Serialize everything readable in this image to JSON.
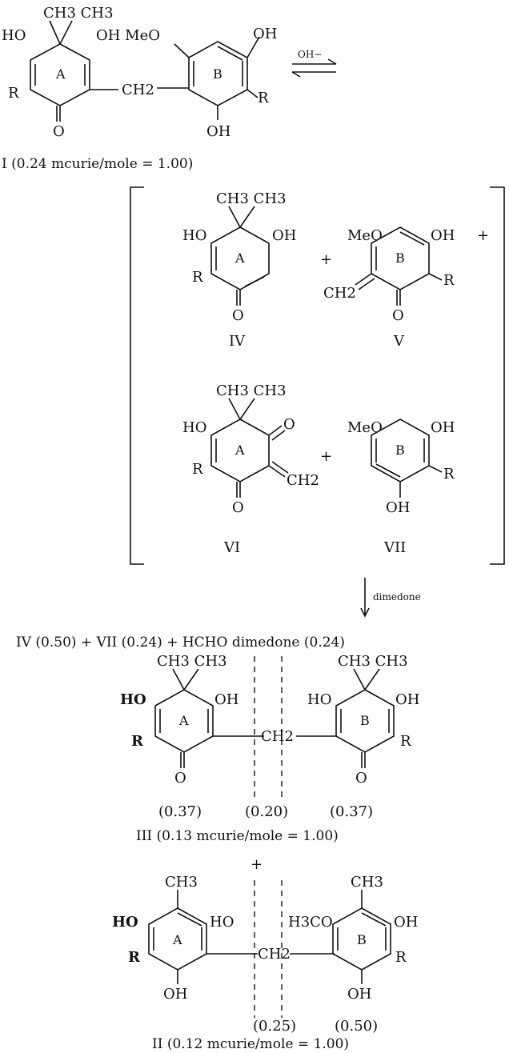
{
  "scheme": {
    "structure_I": {
      "ch3_pair": "CH3 CH3",
      "ho": "HO",
      "oh_meo": "OH MeO",
      "oh_top_right": "OH",
      "ring_a": "A",
      "ring_b": "B",
      "r_left": "R",
      "r_right": "R",
      "ch2": "CH2",
      "o": "O",
      "oh_bottom": "OH"
    },
    "arrow_label": "OH−",
    "caption_I": "I (0.24 mcurie/mole = 1.00)",
    "intermediates": {
      "IV": {
        "label": "IV",
        "ch3_pair": "CH3 CH3",
        "ho": "HO",
        "oh": "OH",
        "r": "R",
        "o": "O",
        "ring": "A"
      },
      "V": {
        "label": "V",
        "meo": "MeO",
        "oh": "OH",
        "ch2": "CH2",
        "o": "O",
        "r": "R",
        "ring": "B"
      },
      "VI": {
        "label": "VI",
        "ch3_pair": "CH3 CH3",
        "ho": "HO",
        "o_top": "O",
        "r": "R",
        "o_bottom": "O",
        "ch2": "CH2",
        "ring": "A"
      },
      "VII": {
        "label": "VII",
        "meo": "MeO",
        "oh_top": "OH",
        "r": "R",
        "oh_bottom": "OH",
        "ring": "B"
      },
      "plus": "+"
    },
    "reagent": "dimedone",
    "products_line": "IV (0.50) + VII (0.24) + HCHO dimedone (0.24)",
    "structure_III": {
      "ch3_left": "CH3 CH3",
      "ch3_right": "CH3 CH3",
      "ho_left": "HO",
      "oh_left": "OH",
      "ho_right": "HO",
      "oh_right": "OH",
      "r_left": "R",
      "r_right": "R",
      "ch2": "CH2",
      "o_left": "O",
      "o_right": "O",
      "ring_a": "A",
      "ring_b": "B",
      "value_left": "(0.37)",
      "value_mid": "(0.20)",
      "value_right": "(0.37)",
      "caption": "III (0.13 mcurie/mole = 1.00)"
    },
    "plus_between": "+",
    "structure_II": {
      "ch3_left": "CH3",
      "ch3_right": "CH3",
      "ho_left": "HO",
      "ho_inner": "HO",
      "h3co": "H3CO",
      "oh_right": "OH",
      "r_left": "R",
      "r_right": "R",
      "ch2": "CH2",
      "oh_bottom_left": "OH",
      "oh_bottom_right": "OH",
      "ring_a": "A",
      "ring_b": "B",
      "value_mid": "(0.25)",
      "value_right": "(0.50)",
      "caption": "II (0.12 mcurie/mole = 1.00)"
    }
  }
}
